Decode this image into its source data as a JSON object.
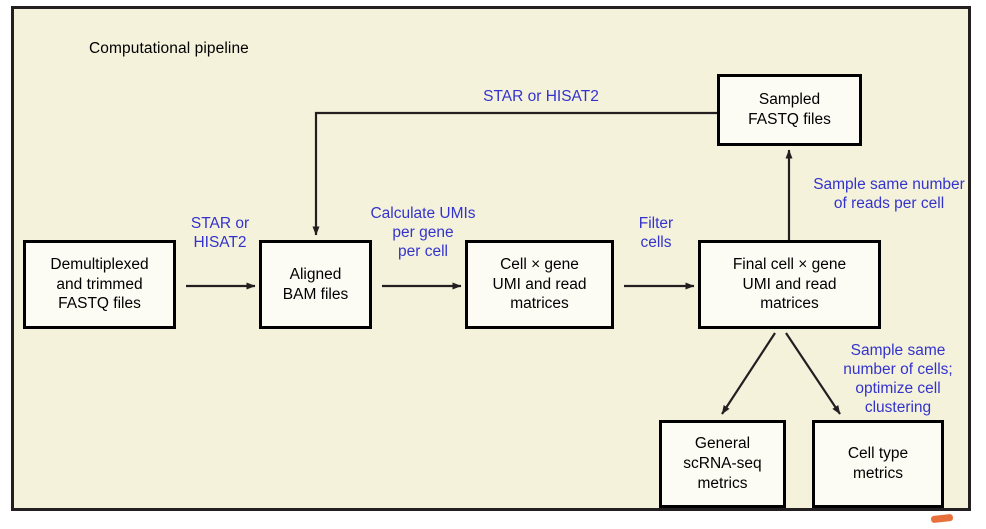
{
  "diagram": {
    "title": "Computational pipeline",
    "frame_bg": "#f5f2dc",
    "node_bg": "#fcfbf4",
    "node_border": "#000000",
    "label_color": "#3333cc",
    "text_color": "#000000",
    "accent_mark_color": "#e8703a",
    "type": "flowchart"
  },
  "nodes": {
    "demultiplexed": "Demultiplexed\nand trimmed\nFASTQ files",
    "aligned_bam": "Aligned\nBAM files",
    "cell_gene": "Cell × gene\nUMI and read\nmatrices",
    "final_cell_gene": "Final cell × gene\nUMI and read\nmatrices",
    "sampled_fastq": "Sampled\nFASTQ files",
    "general_metrics": "General\nscRNA-seq\nmetrics",
    "celltype_metrics": "Cell type\nmetrics"
  },
  "edge_labels": {
    "star_hisat2_left": "STAR or\nHISAT2",
    "calculate_umis": "Calculate UMIs\nper gene\nper cell",
    "filter_cells": "Filter\ncells",
    "star_hisat2_top": "STAR or HISAT2",
    "sample_reads": "Sample same number\nof reads per cell",
    "sample_cells": "Sample same\nnumber of cells;\noptimize cell\nclustering"
  },
  "edges": [
    {
      "from": "demultiplexed",
      "to": "aligned_bam",
      "label": "STAR or\nHISAT2"
    },
    {
      "from": "aligned_bam",
      "to": "cell_gene",
      "label": "Calculate UMIs\nper gene\nper cell"
    },
    {
      "from": "cell_gene",
      "to": "final_cell_gene",
      "label": "Filter\ncells"
    },
    {
      "from": "final_cell_gene",
      "to": "sampled_fastq",
      "label": "Sample same number\nof reads per cell"
    },
    {
      "from": "sampled_fastq",
      "to": "aligned_bam",
      "label": "STAR or HISAT2"
    },
    {
      "from": "final_cell_gene",
      "to": "general_metrics",
      "label": ""
    },
    {
      "from": "final_cell_gene",
      "to": "celltype_metrics",
      "label": "Sample same\nnumber of cells;\noptimize cell\nclustering"
    }
  ]
}
